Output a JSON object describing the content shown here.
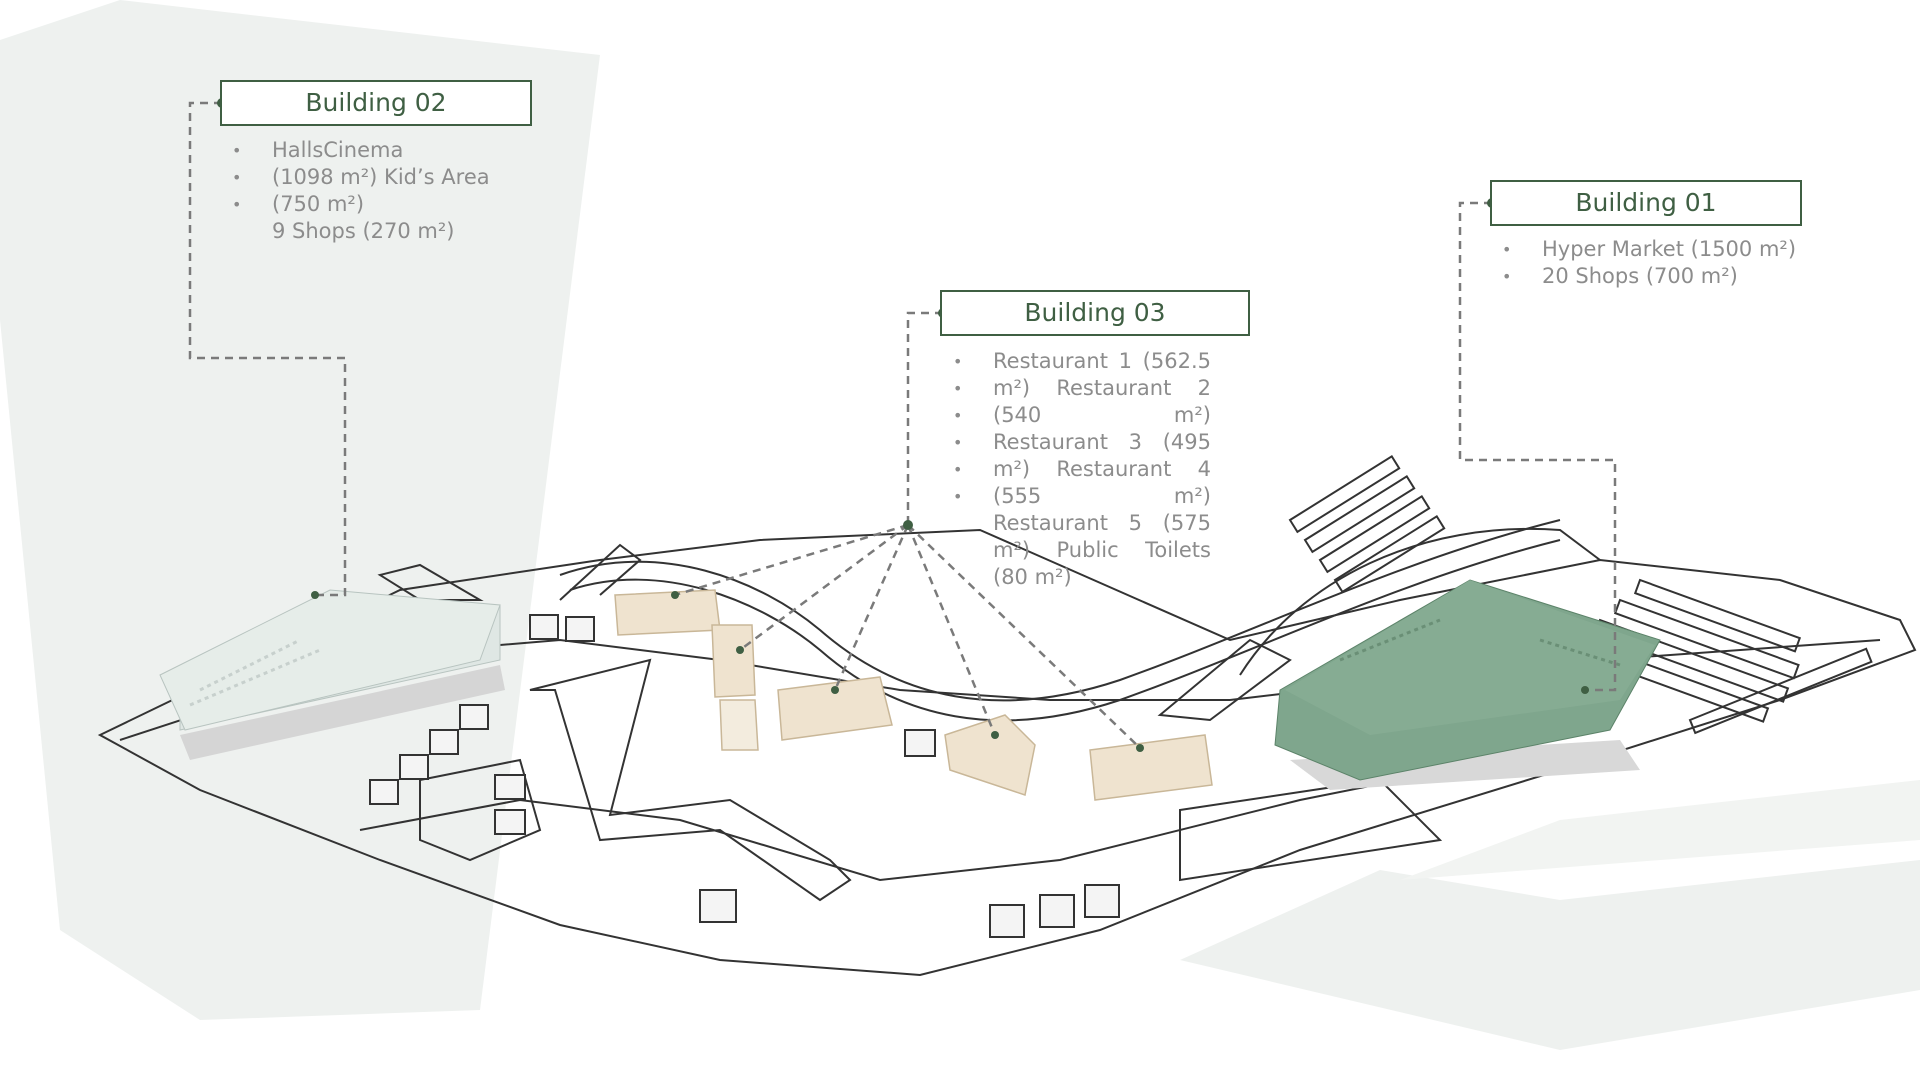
{
  "diagram": {
    "buildings": [
      {
        "id": "building-02",
        "title": "Building 02",
        "lines": [
          "HallsCinema",
          "(1098 m²) Kid’s Area",
          "(750 m²)",
          "9 Shops (270 m²)"
        ]
      },
      {
        "id": "building-03",
        "title": "Building 03",
        "lines": [
          "Restaurant 1 (562.5",
          "m²) Restaurant 2",
          "(540 m²)",
          "Restaurant 3 (495",
          "m²) Restaurant 4",
          "(555 m²)",
          "Restaurant 5 (575",
          "m²) Public Toilets",
          "(80 m²)"
        ]
      },
      {
        "id": "building-01",
        "title": "Building 01",
        "lines": [
          "Hyper Market (1500 m²)",
          "20 Shops (700 m²)"
        ]
      }
    ],
    "colors": {
      "title_border": "#3f5f43",
      "text": "#8c8c8c",
      "building_01_fill": "#7fa68d",
      "building_02_fill": "#dde6e3",
      "restaurant_fill": "#efe3cf",
      "background_shape": "#eef1ef",
      "leader_line": "#7a7a7a"
    }
  }
}
